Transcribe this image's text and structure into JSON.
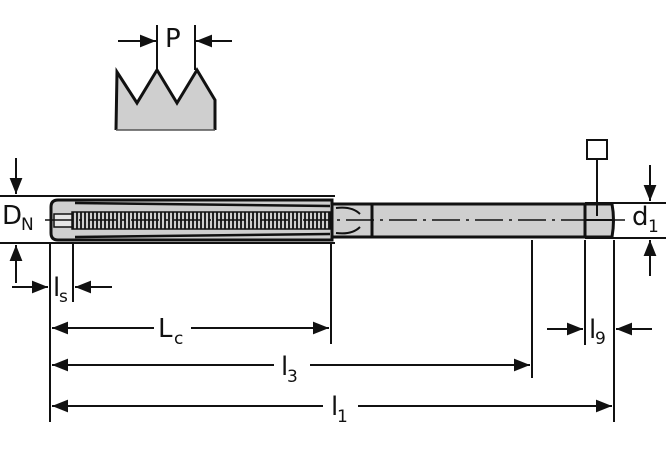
{
  "diagram": {
    "type": "technical-drawing",
    "subject": "thread tap dimension drawing",
    "colors": {
      "line": "#111111",
      "fill": "#cfcfcf",
      "background": "#ffffff"
    },
    "labels": {
      "pitch": "P",
      "nominal_diameter": {
        "main": "D",
        "sub": "N"
      },
      "shank_diameter": {
        "main": "d",
        "sub": "1"
      },
      "chamfer_length": {
        "main": "l",
        "sub": "s"
      },
      "thread_length": {
        "main": "L",
        "sub": "c"
      },
      "neck_length": {
        "main": "l",
        "sub": "3"
      },
      "overall_length": {
        "main": "l",
        "sub": "1"
      },
      "square_length": {
        "main": "l",
        "sub": "9"
      }
    },
    "symbols": {
      "square_drive": "square-symbol"
    }
  }
}
